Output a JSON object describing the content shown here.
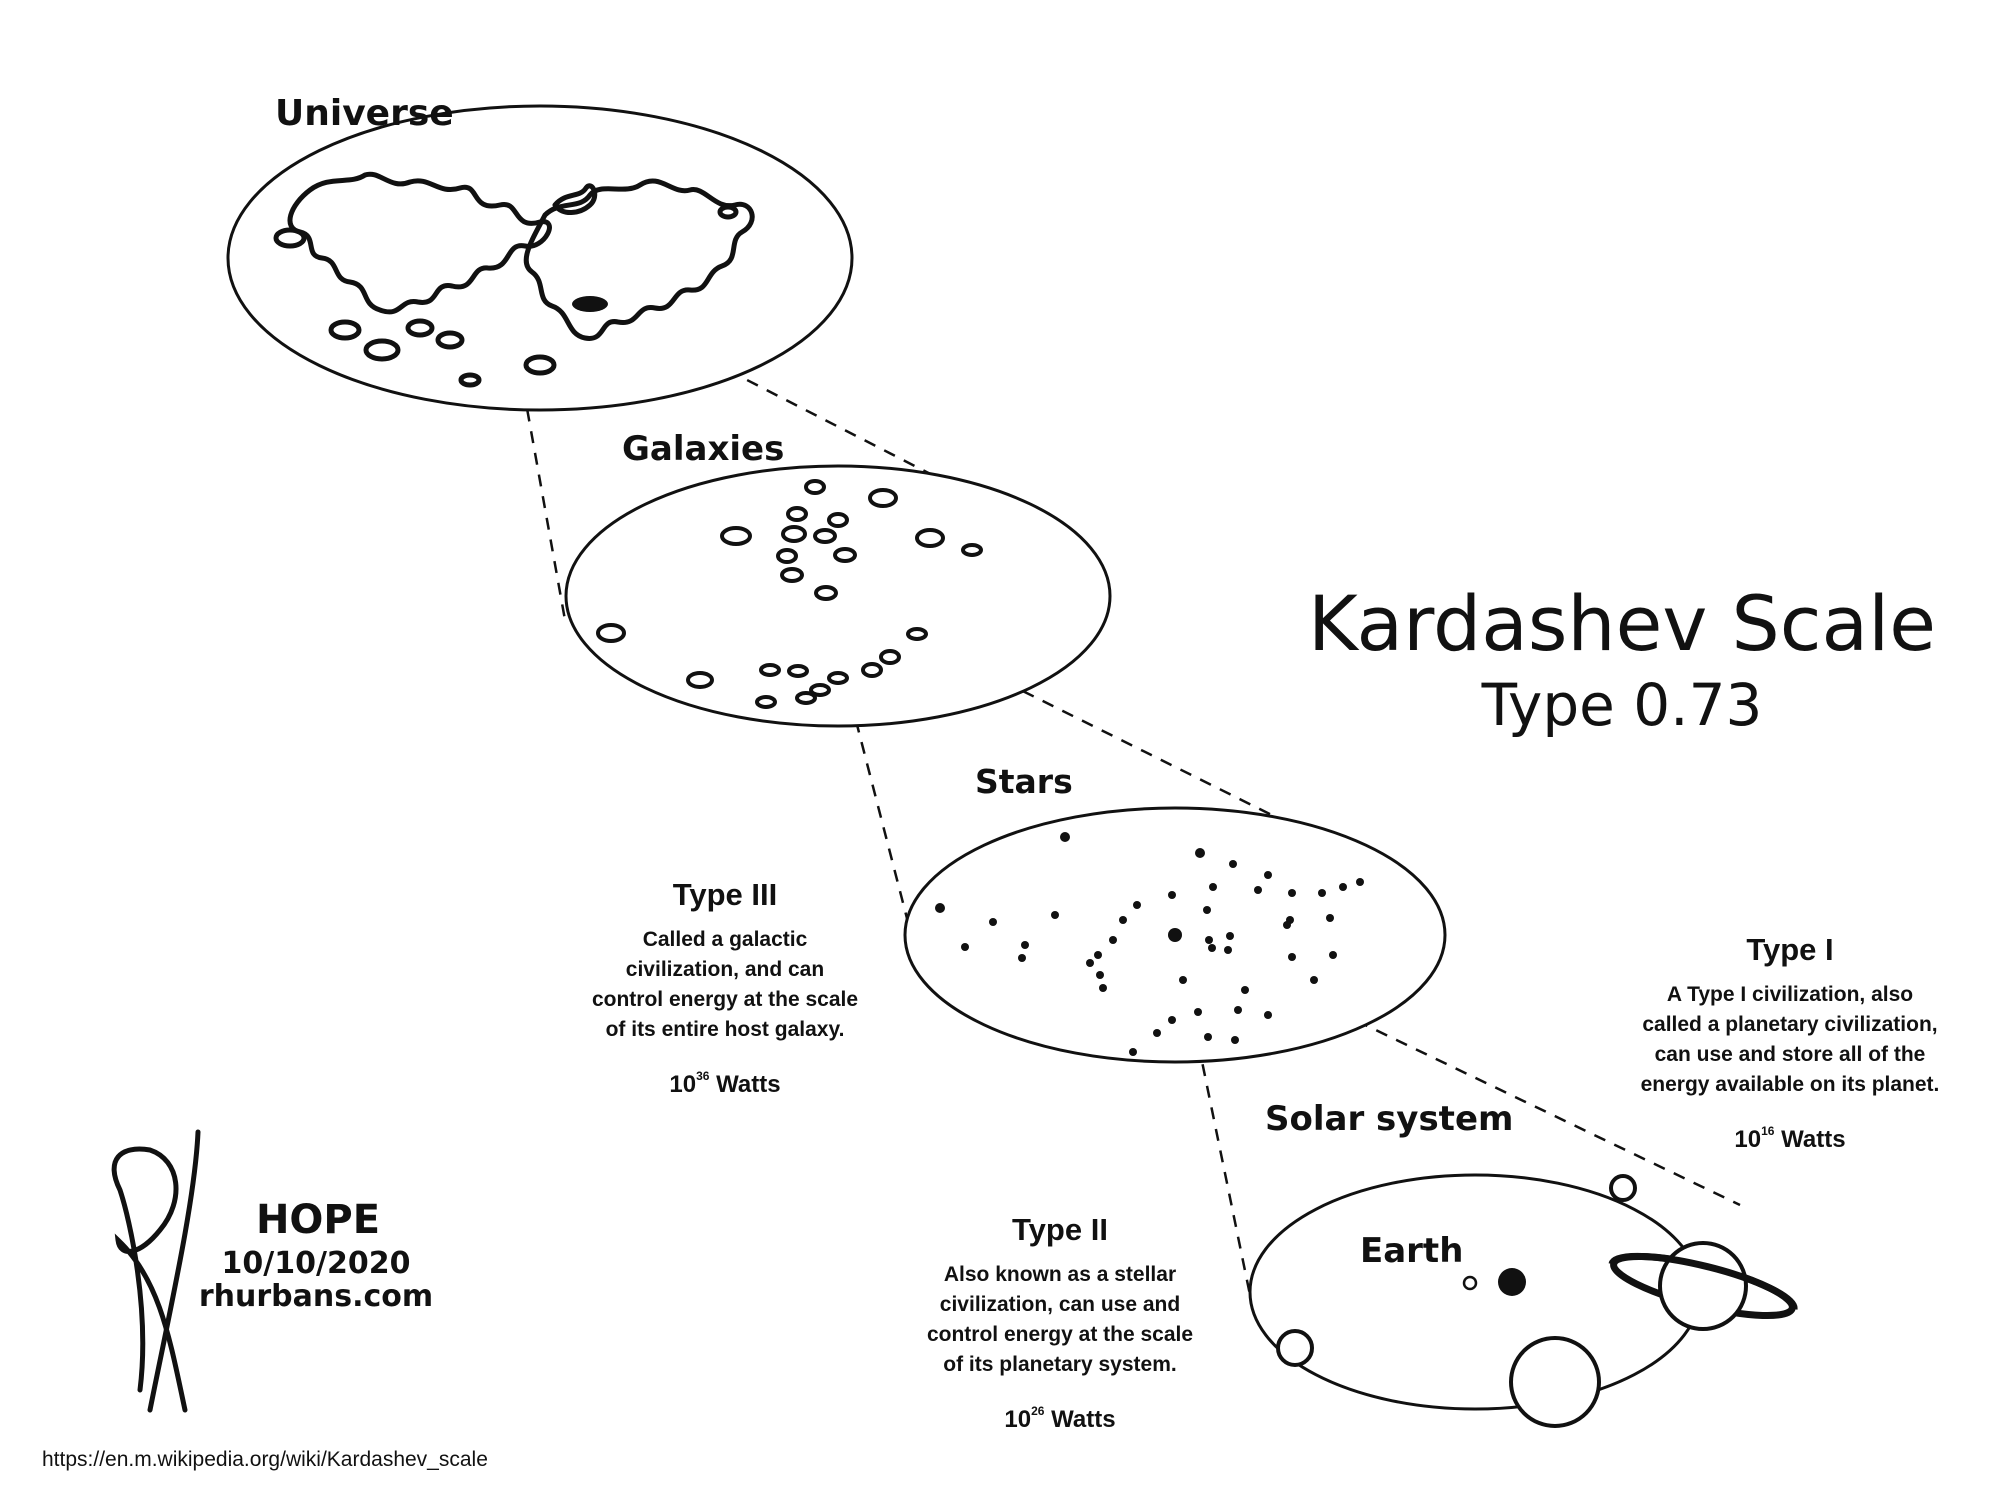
{
  "title": "Kardashev Scale",
  "subtitle": "Type 0.73",
  "scales": {
    "universe": "Universe",
    "galaxies": "Galaxies",
    "stars": "Stars",
    "solar_system": "Solar system",
    "earth": "Earth"
  },
  "type3": {
    "title": "Type III",
    "lines": [
      "Called a galactic",
      "civilization, and can",
      "control energy at the scale",
      "of its entire host galaxy."
    ],
    "power_base": "10",
    "power_exp": "36",
    "power_unit": "Watts"
  },
  "type2": {
    "title": "Type II",
    "lines": [
      "Also known as a stellar",
      "civilization, can use and",
      "control energy at the scale",
      "of its planetary system."
    ],
    "power_base": "10",
    "power_exp": "26",
    "power_unit": "Watts"
  },
  "type1": {
    "title": "Type I",
    "lines": [
      "A Type I civilization, also",
      "called a planetary civilization,",
      "can use and store all of the",
      "energy available on its planet."
    ],
    "power_base": "10",
    "power_exp": "16",
    "power_unit": "Watts"
  },
  "signature": {
    "name": "HOPE",
    "date": "10/10/2020",
    "site": "rhurbans.com",
    "initials": "RH"
  },
  "source_url": "https://en.m.wikipedia.org/wiki/Kardashev_scale",
  "colors": {
    "ink": "#111111",
    "background": "#ffffff"
  }
}
